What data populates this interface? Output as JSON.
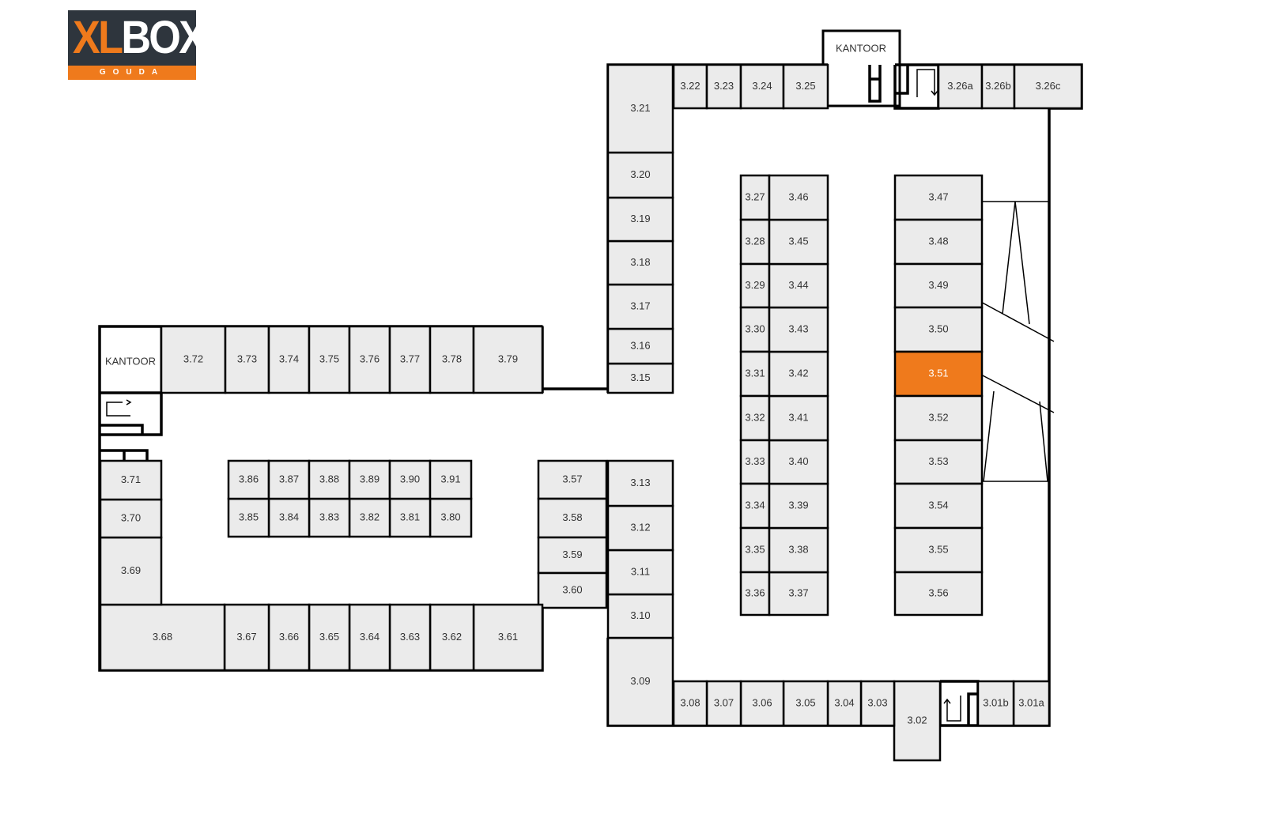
{
  "logo": {
    "brand_left": "XL",
    "brand_right": "BOX",
    "city": "GOUDA"
  },
  "colors": {
    "selected": "#ef7a1c",
    "unit": "#ebebeb",
    "logo_bg": "#2e353d"
  },
  "offices": [
    "KANTOOR",
    "KANTOOR"
  ],
  "selected_unit": "3.51",
  "units": [
    "3.01a",
    "3.01b",
    "3.02",
    "3.03",
    "3.04",
    "3.05",
    "3.06",
    "3.07",
    "3.08",
    "3.09",
    "3.10",
    "3.11",
    "3.12",
    "3.13",
    "3.15",
    "3.16",
    "3.17",
    "3.18",
    "3.19",
    "3.20",
    "3.21",
    "3.22",
    "3.23",
    "3.24",
    "3.25",
    "3.26a",
    "3.26b",
    "3.26c",
    "3.27",
    "3.28",
    "3.29",
    "3.30",
    "3.31",
    "3.32",
    "3.33",
    "3.34",
    "3.35",
    "3.36",
    "3.37",
    "3.38",
    "3.39",
    "3.40",
    "3.41",
    "3.42",
    "3.43",
    "3.44",
    "3.45",
    "3.46",
    "3.47",
    "3.48",
    "3.49",
    "3.50",
    "3.51",
    "3.52",
    "3.53",
    "3.54",
    "3.55",
    "3.56",
    "3.57",
    "3.58",
    "3.59",
    "3.60",
    "3.61",
    "3.62",
    "3.63",
    "3.64",
    "3.65",
    "3.66",
    "3.67",
    "3.68",
    "3.69",
    "3.70",
    "3.71",
    "3.72",
    "3.73",
    "3.74",
    "3.75",
    "3.76",
    "3.77",
    "3.78",
    "3.79",
    "3.80",
    "3.81",
    "3.82",
    "3.83",
    "3.84",
    "3.85",
    "3.86",
    "3.87",
    "3.88",
    "3.89",
    "3.90",
    "3.91"
  ]
}
